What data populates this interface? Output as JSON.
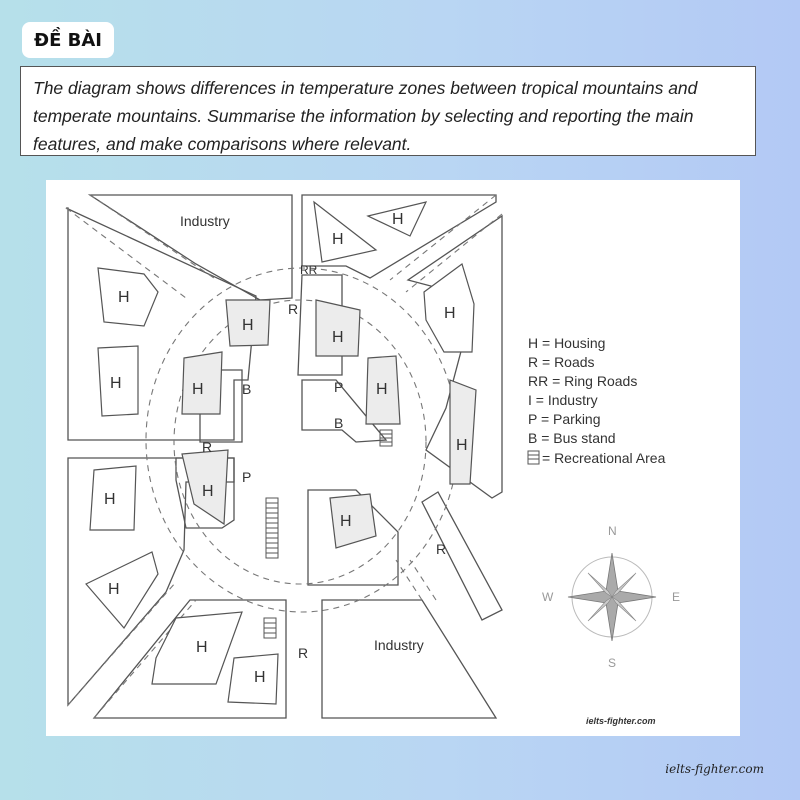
{
  "header": {
    "badge": "ĐỀ BÀI"
  },
  "prompt": {
    "text": "The diagram shows differences in temperature zones between tropical mountains and temperate mountains. Summarise the information by selecting and reporting the main features, and make comparisons where relevant."
  },
  "map": {
    "labels": {
      "housing": "H",
      "roads": "R",
      "ring_roads": "RR",
      "bus": "B",
      "parking": "P",
      "industry": "Industry"
    },
    "legend": [
      {
        "text": "H = Housing"
      },
      {
        "text": "R = Roads"
      },
      {
        "text": "RR = Ring Roads"
      },
      {
        "text": "I = Industry"
      },
      {
        "text": "P = Parking"
      },
      {
        "text": "B = Bus stand"
      },
      {
        "text": "= Recreational Area"
      }
    ],
    "compass": {
      "n": "N",
      "s": "S",
      "e": "E",
      "w": "W"
    },
    "watermark": "ielts-fighter.com"
  },
  "footer": {
    "credit": "ielts-fighter.com"
  }
}
